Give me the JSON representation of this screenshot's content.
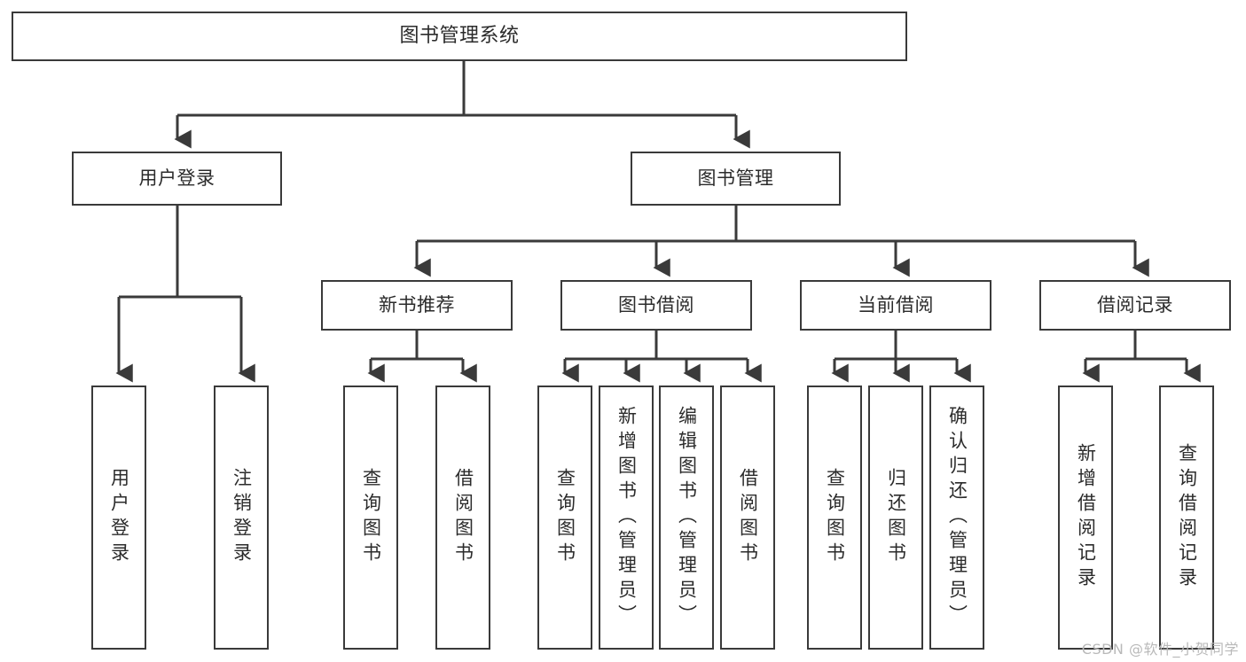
{
  "diagram": {
    "type": "tree-hierarchy",
    "title": "图书管理系统",
    "watermark": "CSDN @软件_小贺同学",
    "colors": {
      "stroke": "#3a3a3a",
      "fill": "#ffffff",
      "text": "#2b2b2b",
      "watermark": "#b9b9b9"
    },
    "nodes": {
      "root": {
        "label": "图书管理系统"
      },
      "level2": [
        {
          "id": "user-login",
          "label": "用户登录"
        },
        {
          "id": "book-manage",
          "label": "图书管理"
        }
      ],
      "level3": [
        {
          "id": "new-book-recommend",
          "label": "新书推荐"
        },
        {
          "id": "book-borrow",
          "label": "图书借阅"
        },
        {
          "id": "current-borrow",
          "label": "当前借阅"
        },
        {
          "id": "borrow-record",
          "label": "借阅记录"
        }
      ],
      "leaves": {
        "user-login": [
          {
            "id": "login",
            "label": "用户登录"
          },
          {
            "id": "logout",
            "label": "注销登录"
          }
        ],
        "new-book-recommend": [
          {
            "id": "query-book-1",
            "label": "查询图书"
          },
          {
            "id": "borrow-book-1",
            "label": "借阅图书"
          }
        ],
        "book-borrow": [
          {
            "id": "query-book-2",
            "label": "查询图书"
          },
          {
            "id": "add-book",
            "label": "新增图书（管理员）"
          },
          {
            "id": "edit-book",
            "label": "编辑图书（管理员）"
          },
          {
            "id": "borrow-book-2",
            "label": "借阅图书"
          }
        ],
        "current-borrow": [
          {
            "id": "query-book-3",
            "label": "查询图书"
          },
          {
            "id": "return-book",
            "label": "归还图书"
          },
          {
            "id": "confirm-return",
            "label": "确认归还（管理员）"
          }
        ],
        "borrow-record": [
          {
            "id": "add-borrow-record",
            "label": "新增借阅记录"
          },
          {
            "id": "query-borrow-record",
            "label": "查询借阅记录"
          }
        ]
      }
    }
  }
}
